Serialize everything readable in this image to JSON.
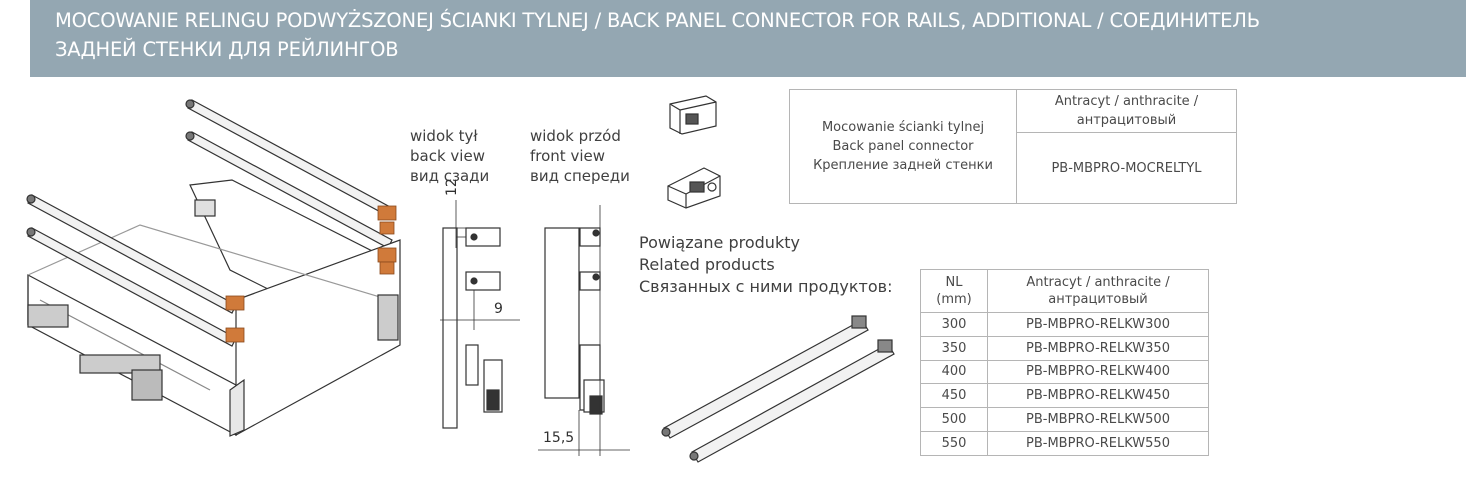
{
  "header": {
    "line1": "MOCOWANIE RELINGU PODWYŻSZONEJ ŚCIANKI TYLNEJ / BACK PANEL CONNECTOR FOR RAILS, ADDITIONAL / СОЕДИНИТЕЛЬ",
    "line2": "ЗАДНЕЙ СТЕНКИ ДЛЯ РЕЙЛИНГОВ"
  },
  "views": {
    "back": {
      "pl": "widok tył",
      "en": "back view",
      "ru": "вид сзади"
    },
    "front": {
      "pl": "widok przód",
      "en": "front view",
      "ru": "вид спереди"
    }
  },
  "dimensions": {
    "top": "12",
    "side": "9",
    "bottom": "15,5"
  },
  "related": {
    "pl": "Powiązane produkty",
    "en": "Related products",
    "ru": "Связанных с ними продуктов:"
  },
  "connector_table": {
    "name_pl": "Mocowanie ścianki tylnej",
    "name_en": "Back panel connector",
    "name_ru": "Крепление задней стенки",
    "color_header_line1": "Antracyt / anthracite /",
    "color_header_line2": "антрацитовый",
    "code": "PB-MBPRO-MOCRELTYL"
  },
  "rails_table": {
    "col1_line1": "NL",
    "col1_line2": "(mm)",
    "col2_line1": "Antracyt / anthracite /",
    "col2_line2": "антрацитовый",
    "rows": [
      {
        "nl": "300",
        "code": "PB-MBPRO-RELKW300"
      },
      {
        "nl": "350",
        "code": "PB-MBPRO-RELKW350"
      },
      {
        "nl": "400",
        "code": "PB-MBPRO-RELKW400"
      },
      {
        "nl": "450",
        "code": "PB-MBPRO-RELKW450"
      },
      {
        "nl": "500",
        "code": "PB-MBPRO-RELKW500"
      },
      {
        "nl": "550",
        "code": "PB-MBPRO-RELKW550"
      }
    ]
  },
  "colors": {
    "banner": "#94a7b2",
    "connector": "#d07a3a",
    "line": "#333333"
  }
}
